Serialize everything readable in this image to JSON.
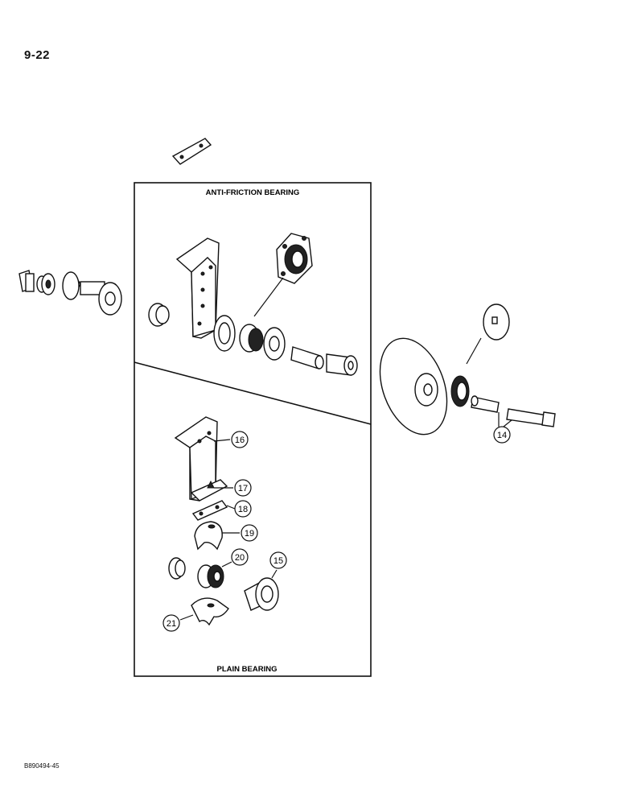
{
  "page_number": "9-22",
  "figure_code": "B890494-45",
  "panels": {
    "top_title": "ANTI-FRICTION BEARING",
    "bottom_title": "PLAIN BEARING"
  },
  "callouts": {
    "c14": "14",
    "c15": "15",
    "c16": "16",
    "c17": "17",
    "c18": "18",
    "c19": "19",
    "c20": "20",
    "c21": "21"
  }
}
